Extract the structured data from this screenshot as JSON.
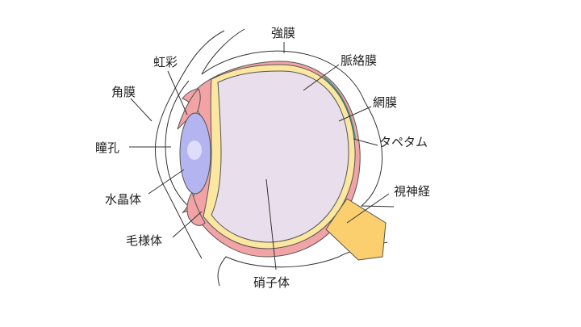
{
  "labels": {
    "sclera": "強膜",
    "iris": "虹彩",
    "choroid": "脈絡膜",
    "cornea": "角膜",
    "retina": "網膜",
    "pupil": "瞳孔",
    "tapetum": "タペタム",
    "optic_nerve": "視神経",
    "lens": "水晶体",
    "ciliary_body": "毛様体",
    "vitreous": "硝子体"
  },
  "colors": {
    "sclera_outline": "#555555",
    "pink_layer": "#f2a3a5",
    "yellow_layer": "#fbe7a0",
    "vitreous": "#e9dfec",
    "lens": "#b4b4f0",
    "choroid_band": "#3a9a8a",
    "optic_nerve": "#fbcf6e"
  }
}
